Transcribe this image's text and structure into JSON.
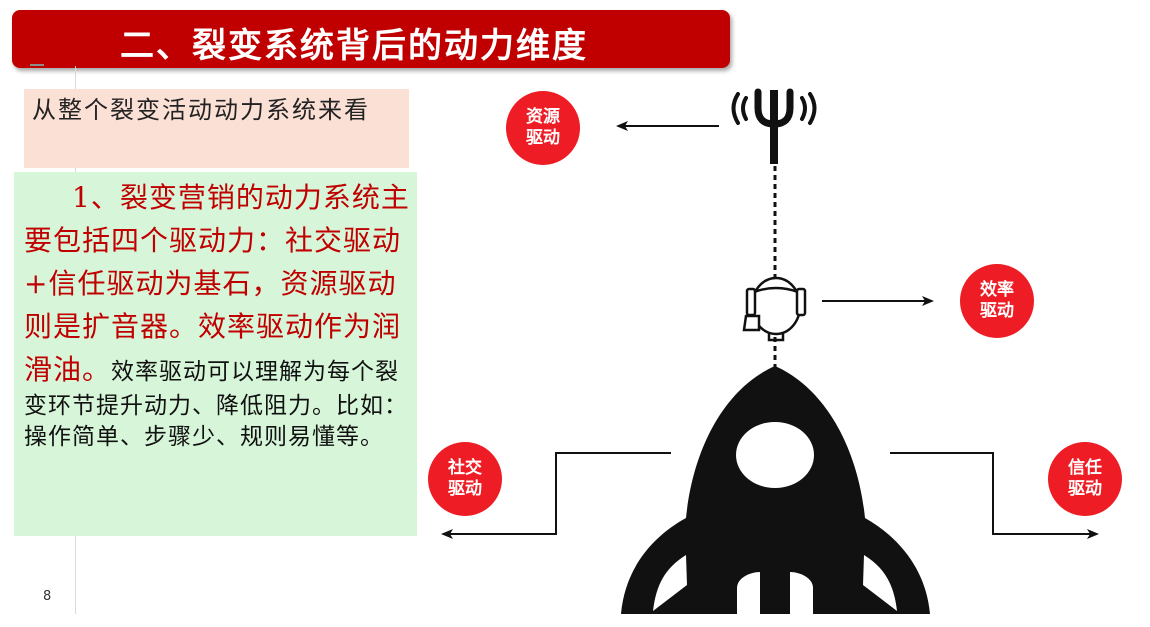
{
  "header": {
    "title": "二、裂变系统背后的动力维度"
  },
  "subheading": "从整个裂变活动动力系统来看",
  "body": {
    "red_lead": "1、裂变营销的动力系统主要包括四个驱动力：社交驱动+信任驱动为基石，资源驱动则是扩音器。效率驱动作为润滑油。",
    "black_tail": "效率驱动可以理解为每个裂变环节提升动力、降低阻力。比如：操作简单、步骤少、规则易懂等。"
  },
  "page_number": "8",
  "diagram": {
    "drivers": {
      "resource": "资源驱动",
      "efficiency": "效率驱动",
      "social": "社交驱动",
      "trust": "信任驱动"
    },
    "colors": {
      "bubble": "#ee1c24",
      "icon": "#111111"
    }
  }
}
